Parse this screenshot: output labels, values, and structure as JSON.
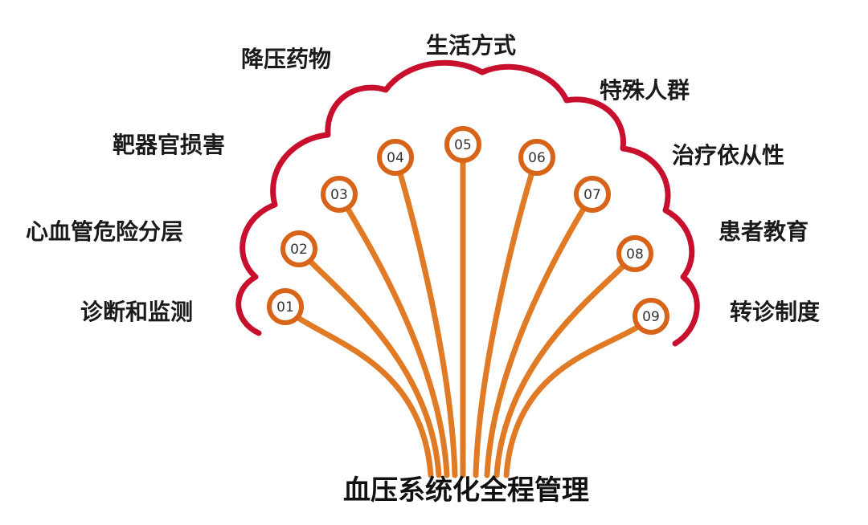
{
  "title": "血压系统化全程管理",
  "colors": {
    "outline": "#c8102e",
    "branch": "#e07a25",
    "node_ring": "#d8641a",
    "node_fill": "#ffffff"
  },
  "nodes": [
    {
      "number": "01",
      "label": "诊断和监测"
    },
    {
      "number": "02",
      "label": "心血管危险分层"
    },
    {
      "number": "03",
      "label": "靶器官损害"
    },
    {
      "number": "04",
      "label": "降压药物"
    },
    {
      "number": "05",
      "label": "生活方式"
    },
    {
      "number": "06",
      "label": "特殊人群"
    },
    {
      "number": "07",
      "label": "治疗依从性"
    },
    {
      "number": "08",
      "label": "患者教育"
    },
    {
      "number": "09",
      "label": "转诊制度"
    }
  ]
}
